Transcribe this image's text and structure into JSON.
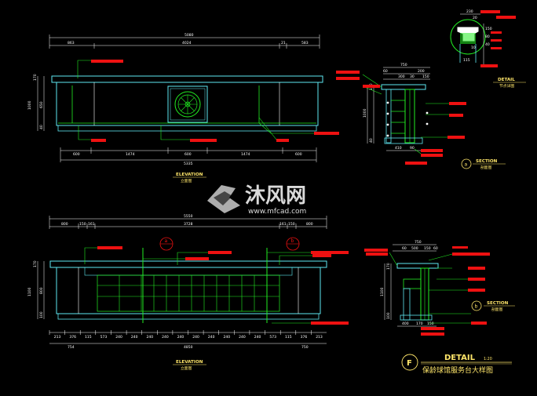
{
  "drawing": {
    "top_elevation": {
      "title": "ELEVATION",
      "subtitle": "立面图",
      "overall": "5080",
      "top_dims": [
        "863",
        "4024",
        "21",
        "583"
      ],
      "bottom_overall": "5335",
      "bottom_dims": [
        "600",
        "1474",
        "600",
        "1474",
        "600"
      ],
      "height_dims": [
        "170",
        "1000",
        "650",
        "40"
      ]
    },
    "bottom_elevation": {
      "title": "ELEVATION",
      "subtitle": "立面图",
      "overall": "5550",
      "top_dims": [
        "800",
        "150",
        "161",
        "3728",
        "161",
        "150",
        "800"
      ],
      "bottom_overall": "4850",
      "bottom_left": "754",
      "bottom_right": "750",
      "bottom_dims": [
        "213",
        "376",
        "115",
        "573",
        "240",
        "240",
        "240",
        "240",
        "240",
        "240",
        "240",
        "240",
        "240",
        "240",
        "573",
        "115",
        "376",
        "213"
      ],
      "height_dims": [
        "170",
        "1100",
        "800",
        "100"
      ],
      "markers": [
        "a",
        "b"
      ]
    },
    "detail": {
      "label": "DETAIL",
      "subtitle": "节点详图",
      "dims": [
        "230",
        "20",
        "150",
        "80",
        "40",
        "10",
        "115"
      ]
    },
    "section_a": {
      "marker": "a",
      "title": "SECTION",
      "subtitle": "剖面图",
      "top_dims": [
        "750",
        "60",
        "300",
        "30",
        "200",
        "150"
      ],
      "height_dims": [
        "170",
        "1000",
        "40"
      ],
      "bottom_dims": [
        "410",
        "90"
      ]
    },
    "section_b": {
      "marker": "b",
      "title": "SECTION",
      "subtitle": "剖面图",
      "top_dims": [
        "750",
        "60",
        "500",
        "150",
        "60"
      ],
      "height_dims": [
        "170",
        "1100",
        "100"
      ],
      "bottom_dims": [
        "400",
        "170",
        "150"
      ]
    },
    "sheet": {
      "marker": "F",
      "title": "DETAIL",
      "scale": "1:20",
      "name": "保龄球馆服务台大样图"
    }
  },
  "watermark": {
    "brand": "沐风网",
    "url": "www.mfcad.com"
  },
  "colors": {
    "background": "#000000",
    "outline": "#5ee8f2",
    "green": "#22ee22",
    "dimension": "#ffffff",
    "label_red": "#ee1111",
    "title_yellow": "#ffe66a"
  }
}
